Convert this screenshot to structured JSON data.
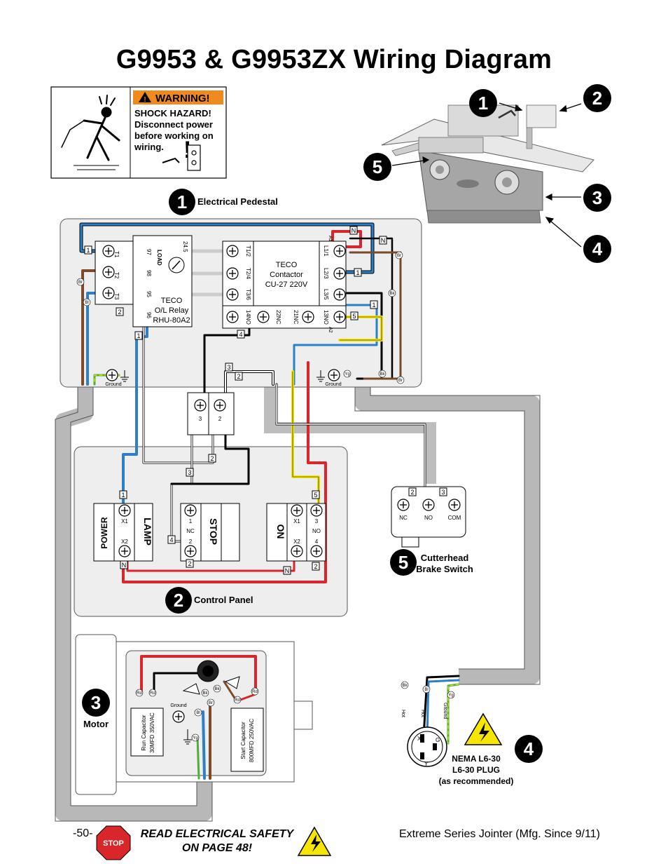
{
  "page": {
    "title": "G9953 & G9953ZX Wiring Diagram",
    "page_number": "-50-",
    "safety_line1": "READ ELECTRICAL SAFETY",
    "safety_line2": "ON PAGE 48!",
    "footer_right": "Extreme Series Jointer (Mfg. Since 9/11)"
  },
  "warning": {
    "header": "WARNING!",
    "line1": "SHOCK HAZARD!",
    "line2": "Disconnect power",
    "line3": "before working on",
    "line4": "wiring."
  },
  "callouts": {
    "n1": "1",
    "n2": "2",
    "n3": "3",
    "n4": "4",
    "n5": "5"
  },
  "sections": {
    "pedestal": "Electrical Pedestal",
    "control_panel": "Control Panel",
    "motor": "Motor",
    "brake_line1": "Cutterhead",
    "brake_line2": "Brake Switch",
    "plug_line1": "NEMA L6-30",
    "plug_line2": "L6-30 PLUG",
    "plug_line3": "(as recommended)"
  },
  "relay": {
    "line1": "TECO",
    "line2": "O/L Relay",
    "line3": "RHU-80A2",
    "load": "LOAD",
    "setting": "24.5",
    "t1": "T1",
    "t2": "T2",
    "t3": "T3",
    "p97": "97",
    "p98": "98",
    "p95": "95",
    "p96": "96"
  },
  "contactor": {
    "line1": "TECO",
    "line2": "Contactor",
    "line3": "CU-27 220V",
    "t12": "T1/2",
    "t24": "T2/4",
    "t36": "T3/6",
    "n14": "14NO",
    "nc22": "22NC",
    "nc21": "21NC",
    "l11": "L1/1",
    "l23": "L2/3",
    "l35": "L3/5",
    "n13": "13NO",
    "a1": "A1",
    "a2": "A2"
  },
  "terminal_block": {
    "t3": "3",
    "t2": "2"
  },
  "switches": {
    "power": "POWER",
    "lamp": "LAMP",
    "stop": "STOP",
    "on": "ON",
    "x1": "X1",
    "x2": "X2",
    "nc": "NC",
    "no": "NO",
    "one": "1",
    "two": "2",
    "three": "3",
    "four": "4"
  },
  "brake": {
    "nc": "NC",
    "no": "NO",
    "com": "COM"
  },
  "motor": {
    "run_cap_1": "Run Capacitor",
    "run_cap_2": "30MFD 350VAC",
    "start_cap_1": "Start Capacitor",
    "start_cap_2": "800MFD 250VAC",
    "ground": "Ground"
  },
  "plug": {
    "hot1": "Hot",
    "hot2": "Hot",
    "ground": "Ground",
    "x": "X",
    "y": "Y",
    "g": "G"
  },
  "wire_tags": {
    "one": "1",
    "two": "2",
    "three": "3",
    "four": "4",
    "five": "5",
    "n": "N",
    "br": "Br",
    "bl": "Bl",
    "bk": "Bk",
    "yg": "Yg",
    "rd": "Rd",
    "ground": "Ground"
  },
  "colors": {
    "blue": "#2f7fc4",
    "red": "#d9262a",
    "yellow": "#f6e600",
    "brown": "#7a4a2a",
    "green": "#4fae3a",
    "black": "#111111",
    "gray_conduit": "#bdbdbd",
    "panel_gray": "#eeeeee",
    "warning_orange": "#f08a1c",
    "stop_red": "#d9262a"
  }
}
